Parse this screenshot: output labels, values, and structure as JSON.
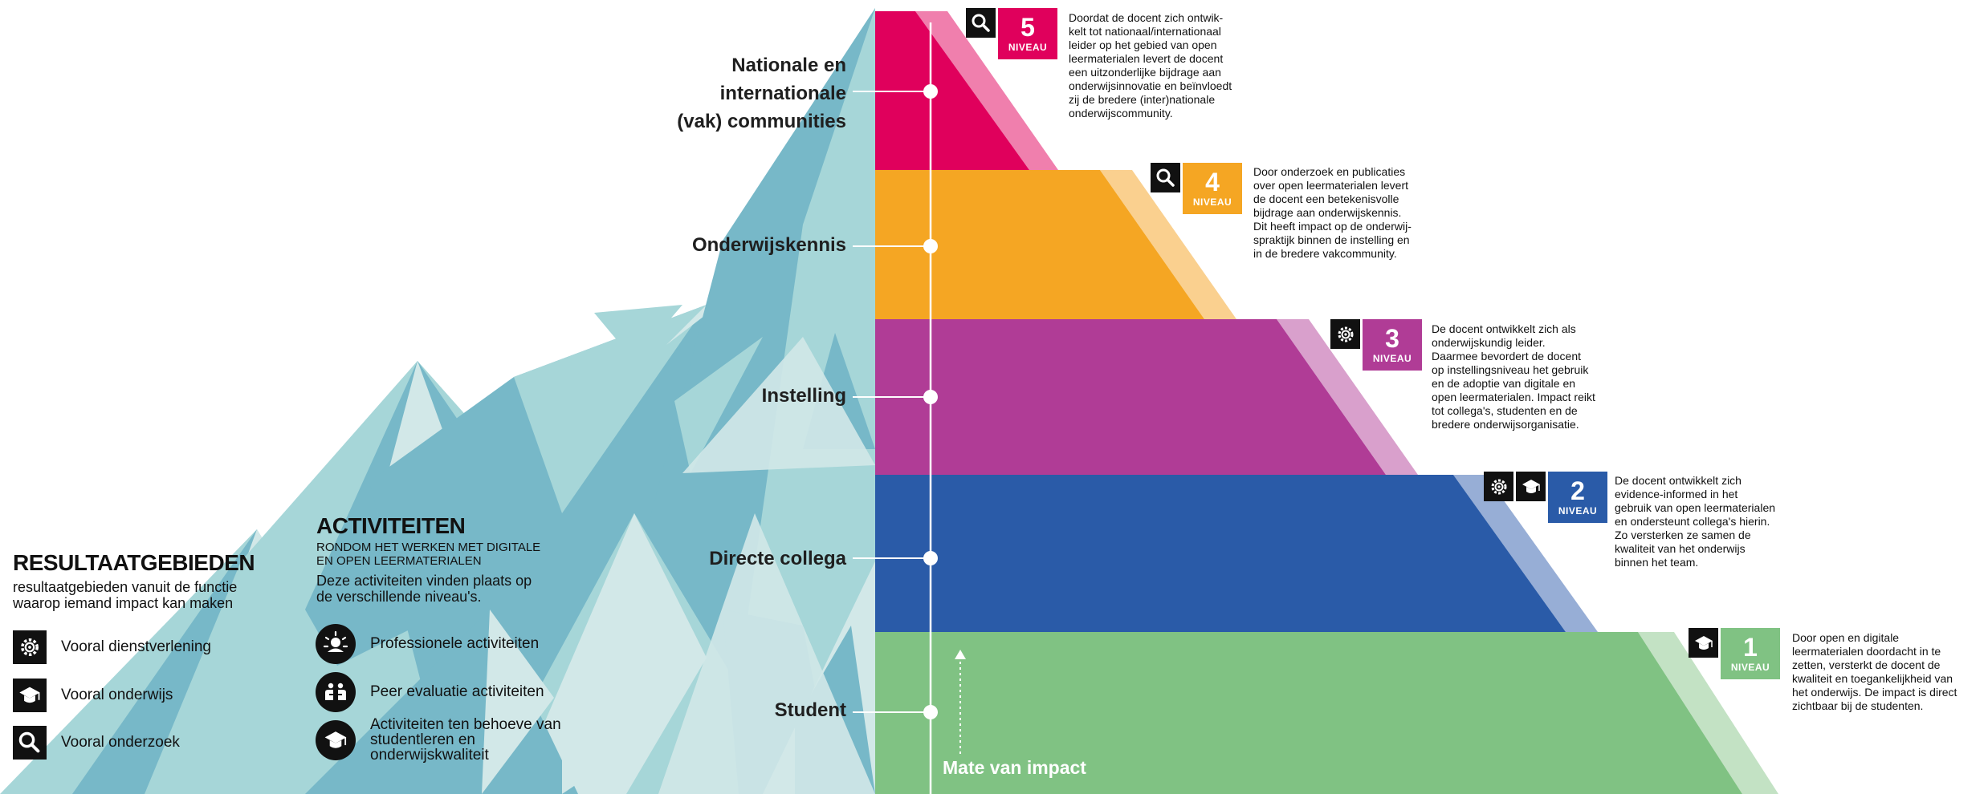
{
  "levels": [
    {
      "label": "Nationale en\ninternationale\n(vak) communities",
      "number": "5",
      "niveau": "NIVEAU",
      "color": "#e0005c",
      "light": "#f07fad",
      "icons": [
        "search-icon"
      ],
      "description": "Doordat de docent zich ontwik-\nkelt tot nationaal/internationaal\nleider op het gebied van open\nleermaterialen levert de docent\neen uitzonderlijke bijdrage aan\nonderwijsinnovatie en beïnvloedt\nzij de bredere (inter)nationale\nonderwijscommunity."
    },
    {
      "label": "Onderwijskennis",
      "number": "4",
      "niveau": "NIVEAU",
      "color": "#f5a623",
      "light": "#fad08f",
      "icons": [
        "search-icon"
      ],
      "description": "Door onderzoek en publicaties\nover open leermaterialen levert\nde docent een betekenisvolle\nbijdrage aan onderwijskennis.\nDit heeft impact op de onderwij-\nspraktijk binnen de instelling en\nin de bredere vakcommunity."
    },
    {
      "label": "Instelling",
      "number": "3",
      "niveau": "NIVEAU",
      "color": "#b03c96",
      "light": "#d9a0cc",
      "icons": [
        "gear-icon"
      ],
      "description": "De docent ontwikkelt zich als\nonderwijskundig leider.\nDaarmee  bevordert de docent\nop instellingsniveau het gebruik\nen de adoptie van digitale en\nopen leermaterialen. Impact reikt\ntot collega's, studenten en de\nbredere onderwijsorganisatie."
    },
    {
      "label": "Directe collega",
      "number": "2",
      "niveau": "NIVEAU",
      "color": "#2a5ba8",
      "light": "#97aed6",
      "icons": [
        "gear-icon",
        "graduation-cap-icon"
      ],
      "description": "De docent ontwikkelt zich\nevidence-informed in het\ngebruik van open leermaterialen\nen ondersteunt collega's hierin.\nZo versterken ze samen de\nkwaliteit van het onderwijs\nbinnen het team."
    },
    {
      "label": "Student",
      "number": "1",
      "niveau": "NIVEAU",
      "color": "#80c283",
      "light": "#c3e2c4",
      "icons": [
        "graduation-cap-icon"
      ],
      "description": "Door open en digitale\nleermaterialen doordacht in te\nzetten, versterkt de docent de\nkwaliteit en toegankelijkheid van\nhet onderwijs. De impact is direct\nzichtbaar bij de studenten."
    }
  ],
  "impact_label": "Mate van impact",
  "resultaatgebieden": {
    "title": "RESULTAATGEBIEDEN",
    "subtitle": "resultaatgebieden vanuit de functie\nwaarop iemand impact kan maken",
    "items": [
      {
        "icon": "gear-icon",
        "label": "Vooral dienstverlening"
      },
      {
        "icon": "graduation-cap-icon",
        "label": "Vooral onderwijs"
      },
      {
        "icon": "search-icon",
        "label": "Vooral onderzoek"
      }
    ]
  },
  "activiteiten": {
    "title": "ACTIVITEITEN",
    "subtitle": "RONDOM HET WERKEN MET DIGITALE\nEN OPEN LEERMATERIALEN",
    "intro": "Deze activiteiten vinden plaats op\nde verschillende niveau's.",
    "items": [
      {
        "icon": "sun-person-icon",
        "label": "Professionele activiteiten"
      },
      {
        "icon": "peer-hands-icon",
        "label": "Peer evaluatie activiteiten"
      },
      {
        "icon": "graduation-cap-icon",
        "label": "Activiteiten ten behoeve van\nstudentleren en\nonderwijskwaliteit"
      }
    ]
  },
  "colors": {
    "mountain_dark": "#77b8c8",
    "mountain_mid": "#a6d6d8",
    "mountain_light": "#d2e8e8"
  }
}
